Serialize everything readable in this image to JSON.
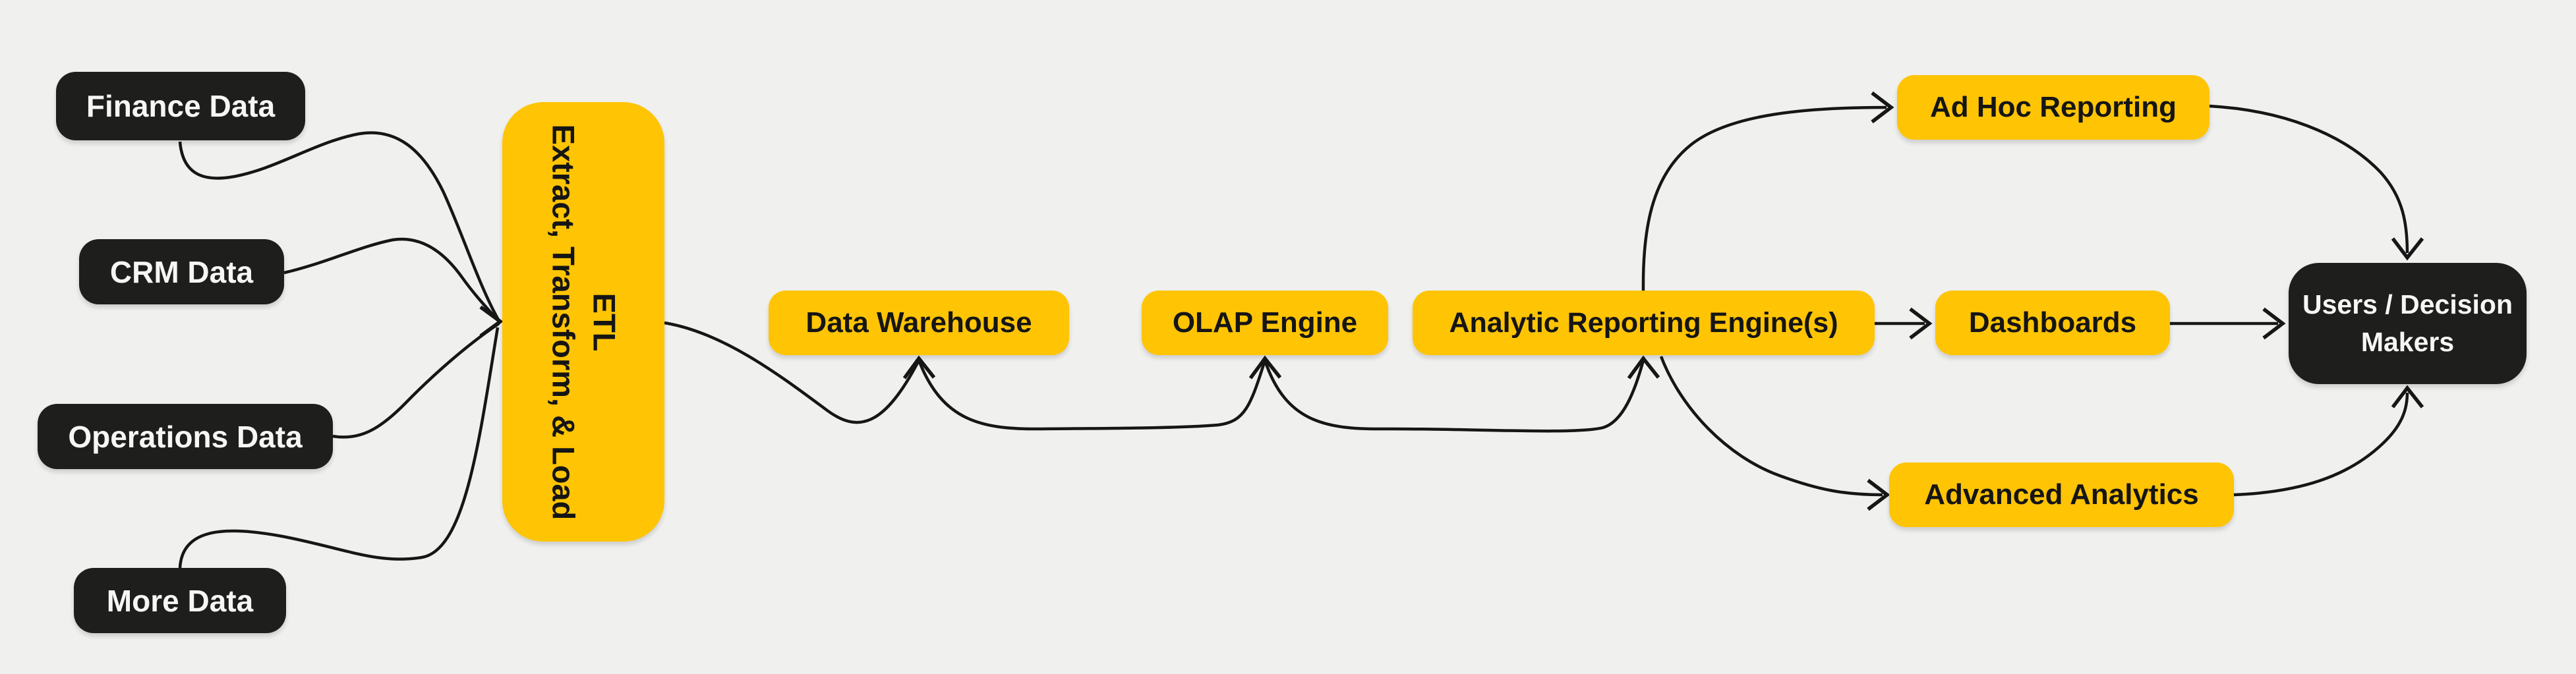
{
  "diagram": {
    "background_color": "#f0f0ee",
    "colors": {
      "node_yellow": "#ffc404",
      "node_dark": "#1e1e1d",
      "text_on_dark": "#f6f6f4",
      "text_on_yellow": "#151515",
      "connector": "#161616"
    },
    "nodes": {
      "finance": {
        "label": "Finance Data"
      },
      "crm": {
        "label": "CRM Data"
      },
      "operations": {
        "label": "Operations Data"
      },
      "more": {
        "label": "More Data"
      },
      "etl": {
        "label": "ETL",
        "sublabel": "Extract, Transform, & Load"
      },
      "warehouse": {
        "label": "Data Warehouse"
      },
      "olap": {
        "label": "OLAP Engine"
      },
      "are": {
        "label": "Analytic Reporting Engine(s)"
      },
      "adhoc": {
        "label": "Ad Hoc Reporting"
      },
      "dashboards": {
        "label": "Dashboards"
      },
      "advanced": {
        "label": "Advanced Analytics"
      },
      "users": {
        "line1": "Users / Decision",
        "line2": "Makers"
      }
    },
    "edges": [
      {
        "from": "Finance Data",
        "to": "ETL"
      },
      {
        "from": "CRM Data",
        "to": "ETL"
      },
      {
        "from": "Operations Data",
        "to": "ETL"
      },
      {
        "from": "More Data",
        "to": "ETL"
      },
      {
        "from": "ETL",
        "to": "Data Warehouse"
      },
      {
        "from": "ETL",
        "to": "OLAP Engine"
      },
      {
        "from": "ETL",
        "to": "Analytic Reporting Engine(s)"
      },
      {
        "from": "Analytic Reporting Engine(s)",
        "to": "Ad Hoc Reporting"
      },
      {
        "from": "Analytic Reporting Engine(s)",
        "to": "Dashboards"
      },
      {
        "from": "Analytic Reporting Engine(s)",
        "to": "Advanced Analytics"
      },
      {
        "from": "Ad Hoc Reporting",
        "to": "Users / Decision Makers"
      },
      {
        "from": "Dashboards",
        "to": "Users / Decision Makers"
      },
      {
        "from": "Advanced Analytics",
        "to": "Users / Decision Makers"
      }
    ]
  }
}
